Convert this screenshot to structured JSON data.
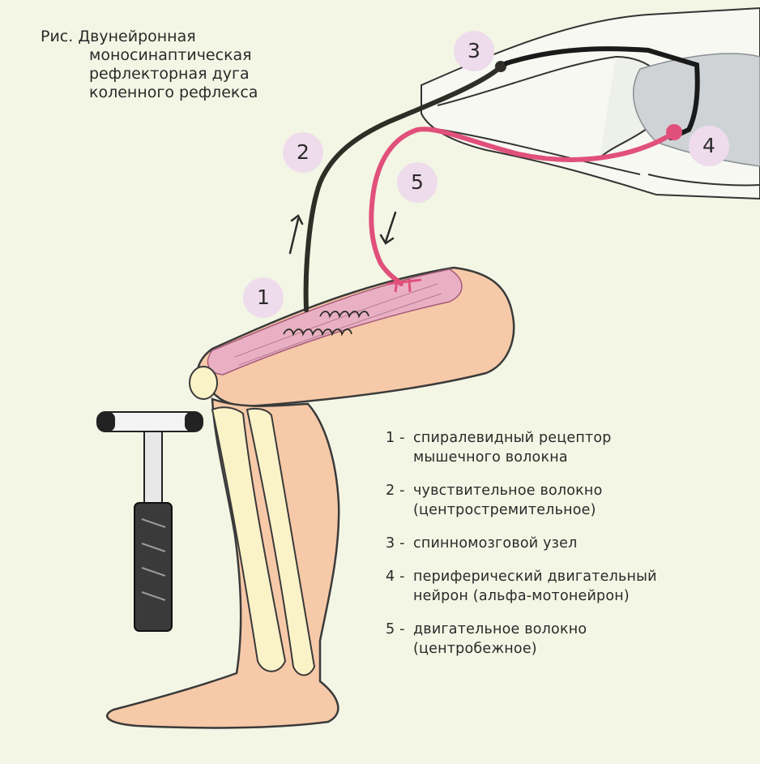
{
  "title_lines": [
    "Рис. Двунейронная",
    "моносинаптическая",
    "рефлекторная  дуга",
    "коленного рефлекса"
  ],
  "badges": [
    "1",
    "2",
    "3",
    "4",
    "5"
  ],
  "legend": [
    {
      "num": "1 -",
      "line1": "спиралевидный   рецептор",
      "line2": "мышечного    волокна"
    },
    {
      "num": "2 -",
      "line1": "чувствительное волокно",
      "line2": "(центростремительное)"
    },
    {
      "num": "3 -",
      "line1": "спинномозговой узел",
      "line2": ""
    },
    {
      "num": "4 -",
      "line1": "периферический двигательный",
      "line2": "нейрон (альфа-мотонейрон)"
    },
    {
      "num": "5 -",
      "line1": "двигательное волокно",
      "line2": "(центробежное)"
    }
  ],
  "colors": {
    "background": "#f3f6e4",
    "skin": "#f6c9a8",
    "skin_outline": "#3a3a3a",
    "bone": "#fbf3c8",
    "muscle": "#e9b0c4",
    "sensory_fiber": "#2e2e26",
    "motor_fiber": "#e0507a",
    "badge": "#eedcec",
    "spinal_grey": "#cfd3d6"
  },
  "icons": [
    "reflex-hammer-icon",
    "arrow-up-icon",
    "arrow-down-icon"
  ]
}
